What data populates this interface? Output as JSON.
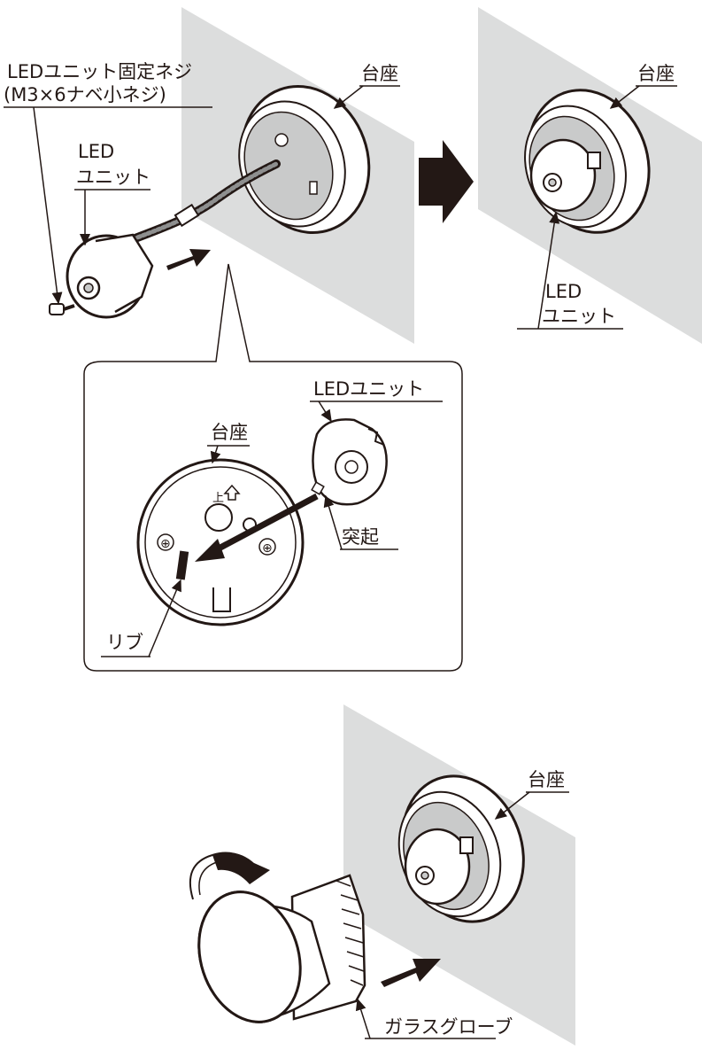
{
  "labels": {
    "screw_line1": "LEDユニット固定ネジ",
    "screw_line2": "(M3×6ナベ小ネジ)",
    "led_unit_line1": "LED",
    "led_unit_line2": "ユニット",
    "base_top_left": "台座",
    "base_top_right": "台座",
    "led_unit_right_line1": "LED",
    "led_unit_right_line2": "ユニット",
    "detail_led_unit": "LEDユニット",
    "detail_base": "台座",
    "detail_up_mark": "上",
    "detail_protrusion": "突起",
    "detail_rib": "リブ",
    "base_bottom": "台座",
    "glass_globe": "ガラスグローブ"
  },
  "colors": {
    "ink": "#231815",
    "wall": "#dcdddd",
    "shade": "#c9caca",
    "paper": "#ffffff"
  },
  "icons": {
    "step_arrow": "right-arrow-icon",
    "rotate_arrow": "rotate-clockwise-icon"
  }
}
